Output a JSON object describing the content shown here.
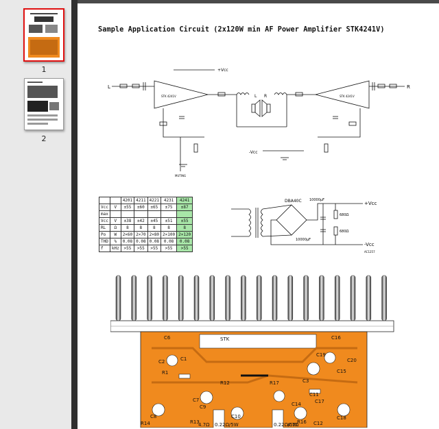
{
  "sidebar": {
    "pages": [
      {
        "number": "1",
        "selected": true
      },
      {
        "number": "2",
        "selected": false
      }
    ]
  },
  "document": {
    "title": "Sample Application Circuit (2x120W min AF Power Amplifier STK4241V)",
    "schematic": {
      "vcc_pos": "+Vcc",
      "vcc_neg": "-Vcc",
      "left_in": "L",
      "right_in": "R",
      "speaker_l": "L",
      "speaker_r": "R",
      "ic_left": "STK 4241V",
      "ic_right": "STK 4241V",
      "muting": "MUTING"
    },
    "spec_table": {
      "header": [
        "",
        "",
        "4201",
        "4211",
        "4221",
        "4231",
        "4241"
      ],
      "rows": [
        [
          "Vcc",
          "V",
          "±55",
          "±60",
          "±65",
          "±75",
          "±87"
        ],
        [
          "max",
          "",
          "",
          "",
          "",
          "",
          ""
        ],
        [
          "Vcc",
          "V",
          "±38",
          "±42",
          "±45",
          "±51",
          "±55"
        ],
        [
          "RL",
          "Ω",
          "8",
          "8",
          "8",
          "8",
          "8"
        ],
        [
          "Po",
          "W",
          "2×60",
          "2×70",
          "2×80",
          "2×100",
          "2×120"
        ],
        [
          "THD",
          "%",
          "0.08",
          "0.08",
          "0.08",
          "0.08",
          "0.08"
        ],
        [
          "f",
          "kHz",
          ">55",
          ">55",
          ">55",
          ">55",
          ">55"
        ]
      ]
    },
    "psu": {
      "bridge": "DBA40C",
      "cap1": "10000µF",
      "cap2": "10000µF",
      "res1": "680Ω",
      "res2": "680Ω",
      "out_pos": "+Vcc",
      "out_neg": "-Vcc",
      "ref": "AC1257"
    },
    "pcb": {
      "labels": [
        "C6",
        "STK",
        "C16",
        "C1",
        "C19",
        "C2",
        "C20",
        "R1",
        "C15",
        "R12",
        "R17",
        "C3",
        "C11",
        "C7",
        "C17",
        "C9",
        "C10",
        "C14",
        "C8",
        "C18",
        "R13",
        "R16",
        "C12",
        "R14",
        "0.22Ω/5W",
        "0.22Ω/5W",
        "4.7Ω",
        "4.7Ω"
      ]
    }
  },
  "colors": {
    "selection": "#e01010",
    "highlight": "#a8e6a8",
    "pcb": "#f08a1e"
  }
}
